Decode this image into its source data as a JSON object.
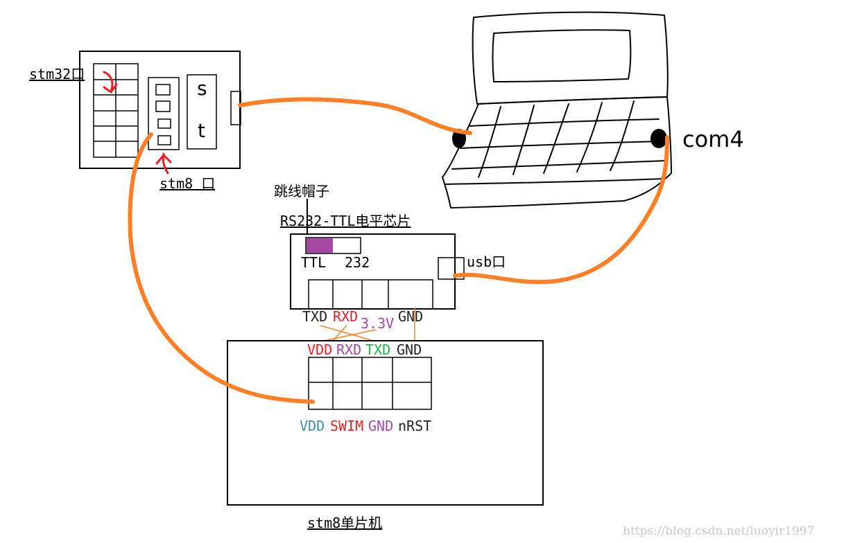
{
  "labels": {
    "stm32_port": "stm32口",
    "stm8_port": "stm8 口",
    "switch_s": "s",
    "switch_t": "t",
    "com4": "com4",
    "jumper_cap": "跳线帽子",
    "rs232_chip": "RS232-TTL电平芯片",
    "ttl": "TTL",
    "rs232": "232",
    "usb_port": "usb口",
    "mcu_title": "stm8单片机",
    "watermark": "https://blog.csdn.net/luoyir1997"
  },
  "chip_pins": [
    "TXD",
    "RXD",
    "3.3V",
    "GND"
  ],
  "mcu_upper_pins": [
    "VDD",
    "RXD",
    "TXD",
    "GND"
  ],
  "mcu_lower_pins": [
    "VDD",
    "SWIM",
    "GND",
    "nRST"
  ],
  "colors": {
    "cable": "#ff7f27",
    "arrow": "#ed1c24",
    "jumper": "#a349a4",
    "pin_red": "#ed1c24",
    "pin_purple": "#a349a4",
    "pin_green": "#22b14c",
    "pin_teal": "#3f8fa8",
    "pin_dark": "#222222"
  }
}
